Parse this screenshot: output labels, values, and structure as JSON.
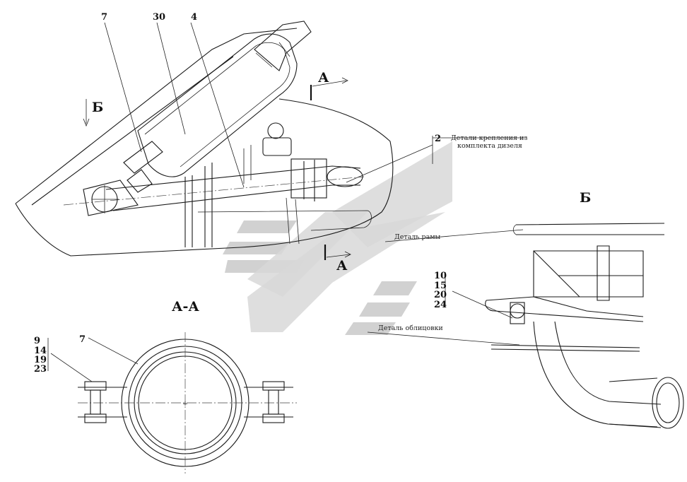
{
  "callouts": {
    "c7": "7",
    "c30": "30",
    "c4": "4",
    "c2": "2",
    "c7b": "7",
    "group_left": [
      "9",
      "14",
      "19",
      "23"
    ],
    "group_right": [
      "10",
      "15",
      "20",
      "24"
    ]
  },
  "views": {
    "a_top": "А",
    "a_bottom": "А",
    "b_arrow": "Б",
    "b_view": "Б",
    "section": "А-А"
  },
  "notes": {
    "diesel_line1": "Детали крепления из",
    "diesel_line2": "комплекта дизеля",
    "frame": "Деталь рамы",
    "cladding": "Деталь облицовки"
  },
  "colors": {
    "line": "#1a1a1a",
    "watermark": "#c9c9c9"
  }
}
